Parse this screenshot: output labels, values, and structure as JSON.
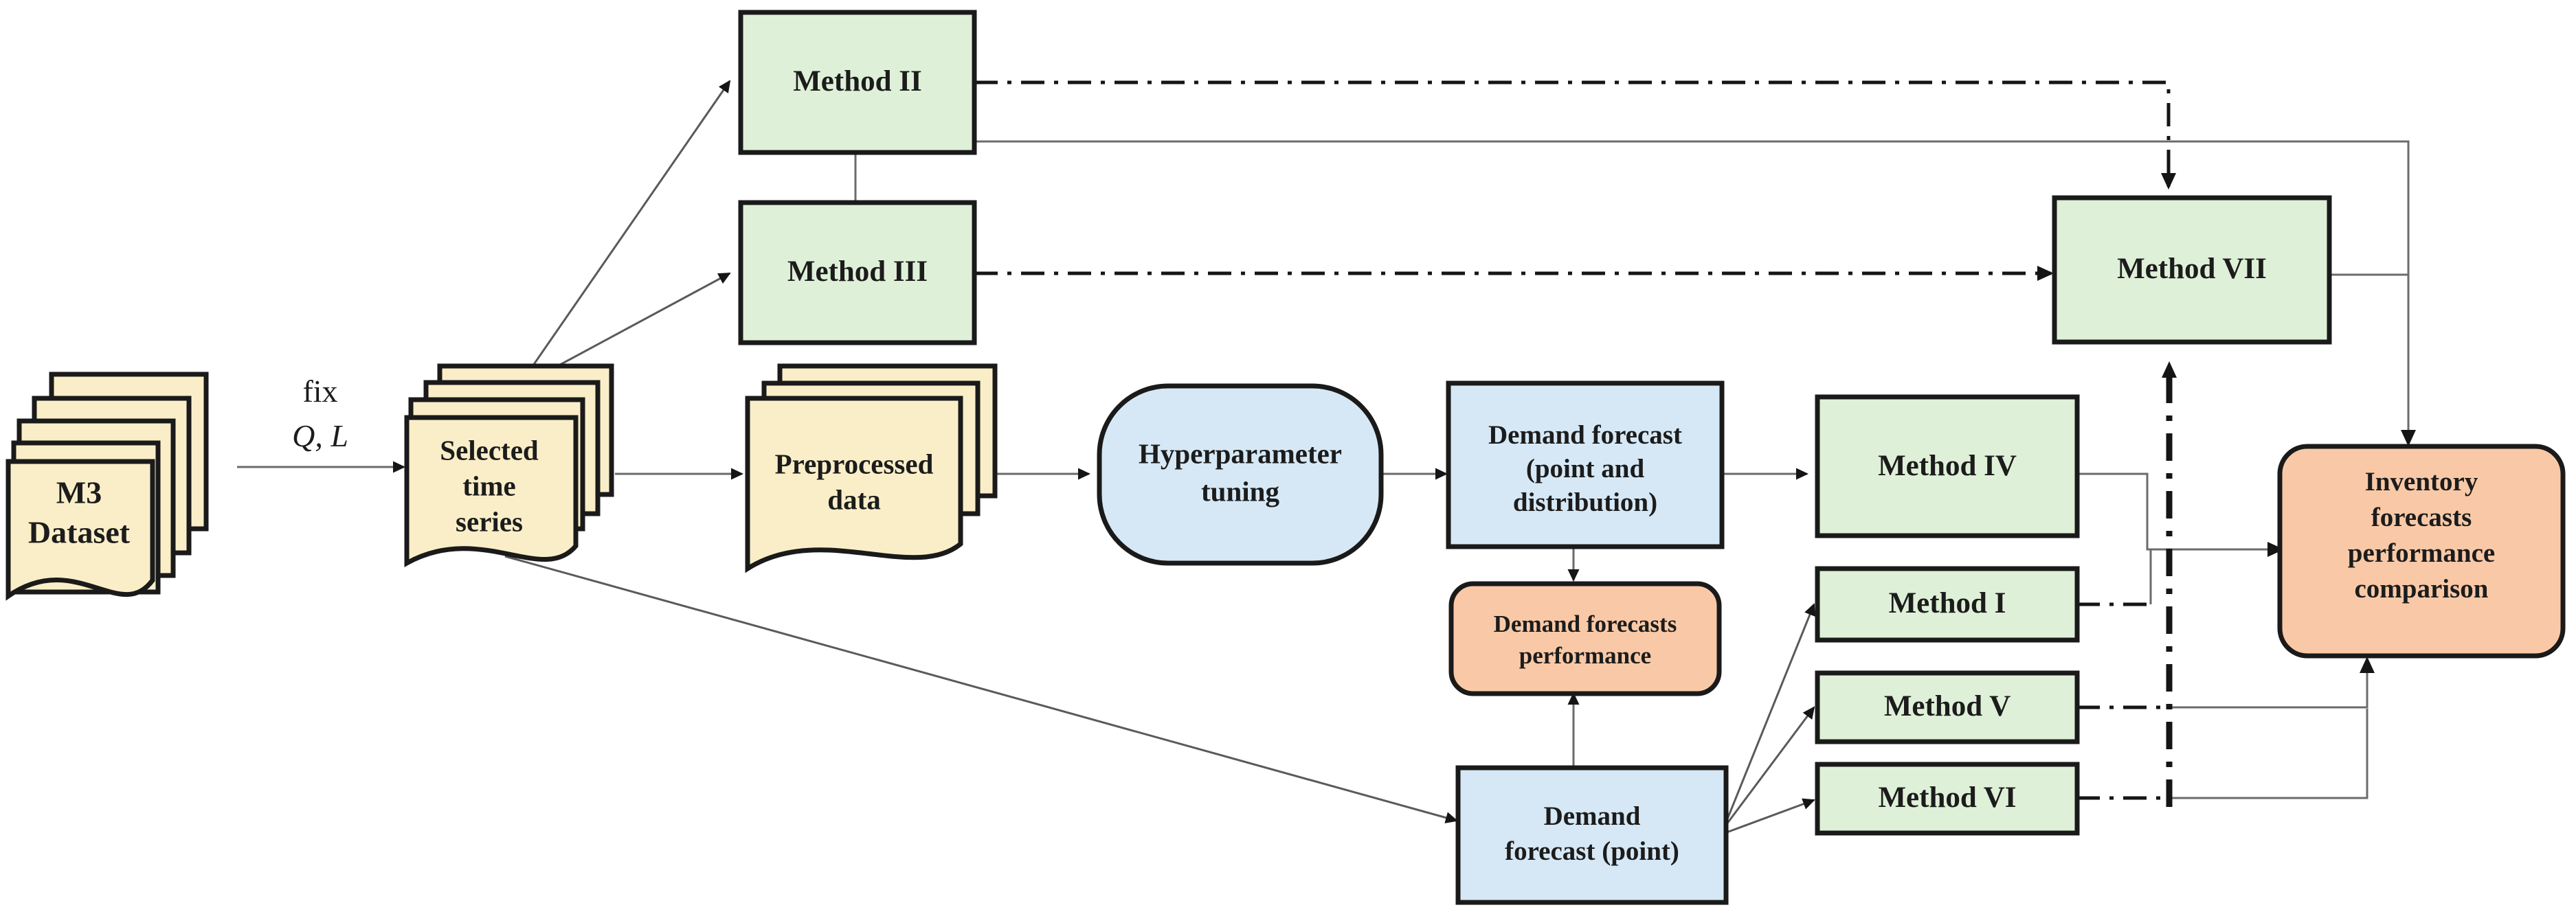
{
  "diagram": {
    "title": "Forecasting and inventory methods comparison flowchart",
    "colors": {
      "document_fill": "#faeec8",
      "process_green": "#dff0d8",
      "process_blue": "#d6e8f5",
      "result_orange": "#f9c9a7",
      "stroke_dark": "#1a1a1a",
      "link_gray": "#6b6b6b",
      "link_black": "#151515"
    },
    "nodes": [
      {
        "id": "m3_dataset",
        "label": "M3\nDataset",
        "line1": "M3",
        "line2": "Dataset",
        "shape": "document-stack",
        "fill": "#faeec8"
      },
      {
        "id": "selected_series",
        "label": "Selected\ntime\nseries",
        "line1": "Selected",
        "line2": "time",
        "line3": "series",
        "shape": "document-stack",
        "fill": "#faeec8"
      },
      {
        "id": "preprocessed_data",
        "label": "Preprocessed\ndata",
        "line1": "Preprocessed",
        "line2": "data",
        "shape": "document-stack",
        "fill": "#faeec8"
      },
      {
        "id": "hyperparam_tuning",
        "label": "Hyperparameter\ntuning",
        "line1": "Hyperparameter",
        "line2": "tuning",
        "shape": "barrel",
        "fill": "#d6e8f5"
      },
      {
        "id": "demand_fc_dist",
        "label": "Demand forecast\n(point and\ndistribution)",
        "line1": "Demand forecast",
        "line2": "(point and",
        "line3": "distribution)",
        "shape": "rect",
        "fill": "#d6e8f5"
      },
      {
        "id": "demand_fc_perf",
        "label": "Demand forecasts\nperformance",
        "line1": "Demand forecasts",
        "line2": "performance",
        "shape": "rounded",
        "fill": "#f9c9a7"
      },
      {
        "id": "demand_fc_point",
        "label": "Demand\nforecast (point)",
        "line1": "Demand",
        "line2": "forecast (point)",
        "shape": "rect",
        "fill": "#d6e8f5"
      },
      {
        "id": "method_i",
        "label": "Method I",
        "line1": "Method I",
        "shape": "rect",
        "fill": "#dff0d8"
      },
      {
        "id": "method_ii",
        "label": "Method II",
        "line1": "Method II",
        "shape": "rect",
        "fill": "#dff0d8"
      },
      {
        "id": "method_iii",
        "label": "Method III",
        "line1": "Method III",
        "shape": "rect",
        "fill": "#dff0d8"
      },
      {
        "id": "method_iv",
        "label": "Method IV",
        "line1": "Method IV",
        "shape": "rect",
        "fill": "#dff0d8"
      },
      {
        "id": "method_v",
        "label": "Method V",
        "line1": "Method V",
        "shape": "rect",
        "fill": "#dff0d8"
      },
      {
        "id": "method_vi",
        "label": "Method VI",
        "line1": "Method VI",
        "shape": "rect",
        "fill": "#dff0d8"
      },
      {
        "id": "method_vii",
        "label": "Method VII",
        "line1": "Method VII",
        "shape": "rect",
        "fill": "#dff0d8"
      },
      {
        "id": "inventory_perf",
        "label": "Inventory\nforecasts\nperformance\ncomparison",
        "line1": "Inventory",
        "line2": "forecasts",
        "line3": "performance",
        "line4": "comparison",
        "shape": "rounded",
        "fill": "#f9c9a7"
      }
    ],
    "edge_labels": {
      "fix": "fix",
      "q_l": "Q, L"
    },
    "edges": [
      {
        "from": "m3_dataset",
        "to": "selected_series",
        "style": "solid",
        "arrow": true
      },
      {
        "from": "selected_series",
        "to": "method_ii",
        "style": "solid",
        "arrow": true
      },
      {
        "from": "selected_series",
        "to": "method_iii",
        "style": "solid",
        "arrow": true
      },
      {
        "from": "selected_series",
        "to": "preprocessed_data",
        "style": "solid",
        "arrow": true
      },
      {
        "from": "selected_series",
        "to": "demand_fc_point",
        "style": "solid",
        "arrow": true
      },
      {
        "from": "preprocessed_data",
        "to": "hyperparam_tuning",
        "style": "solid",
        "arrow": true
      },
      {
        "from": "hyperparam_tuning",
        "to": "demand_fc_dist",
        "style": "solid",
        "arrow": true
      },
      {
        "from": "demand_fc_dist",
        "to": "method_iv",
        "style": "solid",
        "arrow": true
      },
      {
        "from": "demand_fc_dist",
        "to": "demand_fc_perf",
        "style": "solid",
        "arrow": true
      },
      {
        "from": "demand_fc_point",
        "to": "demand_fc_perf",
        "style": "solid",
        "arrow": true
      },
      {
        "from": "demand_fc_point",
        "to": "method_i",
        "style": "solid",
        "arrow": true
      },
      {
        "from": "demand_fc_point",
        "to": "method_v",
        "style": "solid",
        "arrow": true
      },
      {
        "from": "demand_fc_point",
        "to": "method_vi",
        "style": "solid",
        "arrow": true
      },
      {
        "from": "method_ii",
        "to": "method_iii",
        "style": "solid",
        "arrow": false
      },
      {
        "from": "method_ii",
        "to": "method_vii",
        "style": "dash-dot",
        "arrow": true
      },
      {
        "from": "method_iii",
        "to": "method_vii",
        "style": "dash-dot",
        "arrow": true
      },
      {
        "from": "method_ii",
        "to": "inventory_perf",
        "style": "solid",
        "arrow": true
      },
      {
        "from": "method_iv",
        "to": "inventory_perf",
        "style": "solid",
        "arrow": true
      },
      {
        "from": "method_i",
        "to": "inventory_perf",
        "style": "solid",
        "arrow": true
      },
      {
        "from": "method_v",
        "to": "inventory_perf",
        "style": "solid",
        "arrow": true
      },
      {
        "from": "method_vi",
        "to": "inventory_perf",
        "style": "solid",
        "arrow": true
      },
      {
        "from": "method_vii",
        "to": "inventory_perf",
        "style": "solid",
        "arrow": true
      },
      {
        "from": "method_i",
        "to": "method_vii",
        "style": "dash-dot",
        "arrow": true
      },
      {
        "from": "method_v",
        "to": "method_vii",
        "style": "dash-dot",
        "arrow": true
      },
      {
        "from": "method_vi",
        "to": "method_vii",
        "style": "dash-dot-thick",
        "arrow": true
      }
    ]
  }
}
